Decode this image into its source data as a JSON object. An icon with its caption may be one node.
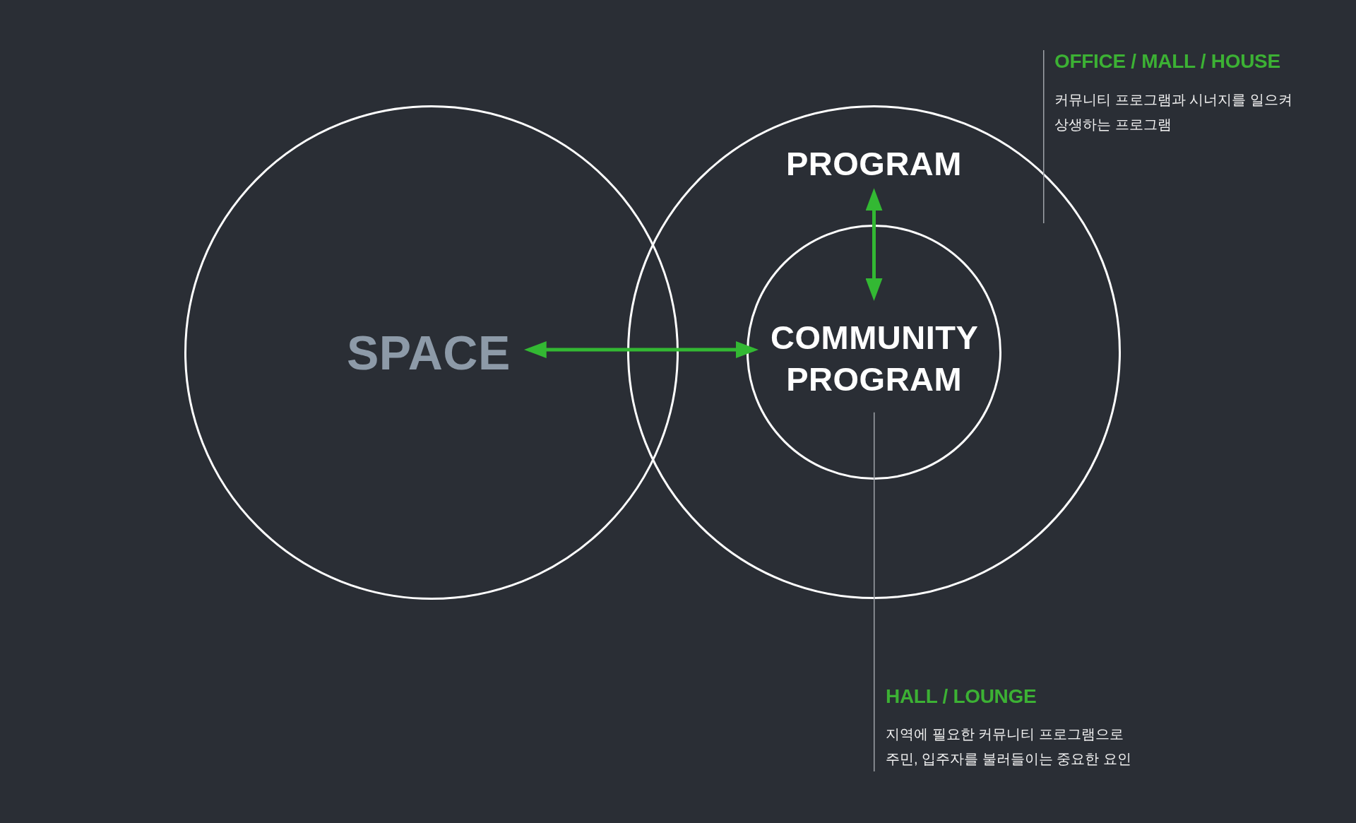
{
  "diagram": {
    "nodes": [
      {
        "text": [
          "SPACE"
        ]
      },
      {
        "text": [],
        "shape": "circle"
      },
      {
        "text": [
          "PROGRAM"
        ],
        "in": 1
      },
      {
        "text": [
          "COMMUNITY PROGRAM"
        ],
        "in": 1
      },
      {
        "text": [
          "OFFICE / MALL / HOUSE",
          "커뮤니티 프로그램과 시너지를 일으켜 상생하는 프로그램"
        ]
      },
      {
        "text": [
          "HALL / LOUNGE",
          "지역에 필요한 커뮤니티 프로그램으로 주민, 입주자를 불러들이는 중요한 요인"
        ]
      }
    ],
    "edges": [
      {
        "from": 0,
        "to": 3,
        "arrow": "both",
        "style": "thick",
        "color": "#33b833"
      },
      {
        "from": 2,
        "to": 3,
        "arrow": "both",
        "style": "thick",
        "color": "#33b833"
      },
      {
        "from": 4,
        "to": 1,
        "arrow": "none",
        "color": "#9ea2a8"
      },
      {
        "from": 5,
        "to": 3,
        "arrow": "none",
        "color": "#9ea2a8"
      }
    ]
  }
}
